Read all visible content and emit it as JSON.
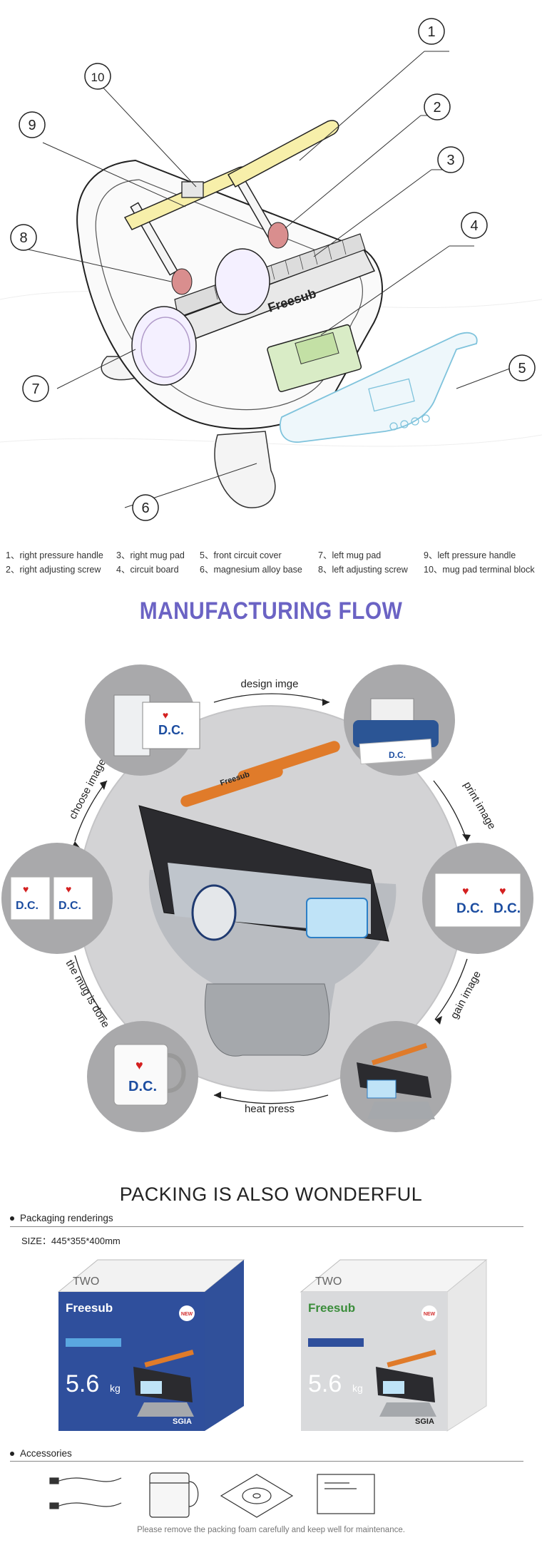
{
  "diagram": {
    "callouts": [
      "1",
      "2",
      "3",
      "4",
      "5",
      "6",
      "7",
      "8",
      "9",
      "10"
    ],
    "brand_text": "Freesub",
    "parts": [
      {
        "label": "1、right pressure handle"
      },
      {
        "label": "2、right adjusting screw"
      },
      {
        "label": "3、right mug pad"
      },
      {
        "label": "4、circuit board"
      },
      {
        "label": "5、front circuit cover"
      },
      {
        "label": "6、magnesium alloy base"
      },
      {
        "label": "7、left mug pad"
      },
      {
        "label": "8、left adjusting screw"
      },
      {
        "label": "9、left pressure handle"
      },
      {
        "label": "10、mug pad terminal block"
      }
    ]
  },
  "flow": {
    "title": "MANUFACTURING FLOW",
    "steps": {
      "design": "design imge",
      "print": "print image",
      "gain": "gain image",
      "heat": "heat press",
      "done": "the mug is done",
      "choose": "choose image"
    },
    "artwork_text": "D.C.",
    "machine_brand": "Freesub"
  },
  "packing": {
    "title": "PACKING IS ALSO WONDERFUL",
    "renderings_label": "Packaging renderings",
    "size_label": "SIZE：445*355*400mm",
    "box_brand": "Freesub",
    "box_model": "TWO",
    "box_weight": "5.6",
    "box_weight_unit": "kg",
    "box_sgia": "SGIA",
    "box_badge": "NEW",
    "accessories_label": "Accessories",
    "footnote": "Please remove the packing foam carefully and keep well for maintenance."
  },
  "colors": {
    "flow_title": "#6b63c4",
    "box_blue": "#2f4f9c",
    "box_silver": "#d9dadc",
    "circle_gray": "#a9a9ab",
    "hub_gray": "#d3d3d5"
  }
}
